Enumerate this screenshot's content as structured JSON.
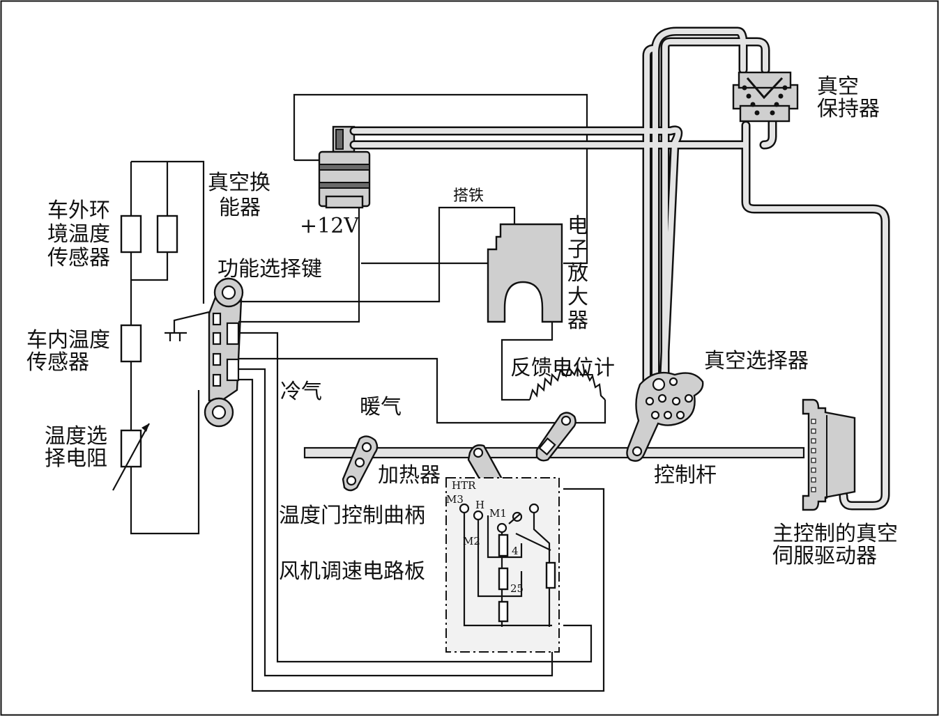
{
  "labels": {
    "vacuum_holder": [
      "真空",
      "保持器"
    ],
    "vacuum_transducer": [
      "真空换",
      "能器"
    ],
    "outside_sensor": [
      "车外环",
      "境温度",
      "传感器"
    ],
    "inside_sensor": [
      "车内温度",
      "传感器"
    ],
    "temp_resistor": [
      "温度选",
      "择电阻"
    ],
    "plus12v": "+12V",
    "ground": "搭铁",
    "amplifier": [
      "电",
      "子",
      "放",
      "大",
      "器"
    ],
    "function_key": "功能选择键",
    "feedback_pot": "反馈电位计",
    "vacuum_selector": "真空选择器",
    "cold_air": "冷气",
    "warm_air": "暖气",
    "heater": "加热器",
    "control_rod": "控制杆",
    "temp_door_crank": "温度门控制曲柄",
    "fan_board": "风机调速电路板",
    "servo": [
      "主控制的真空",
      "伺服驱动器"
    ],
    "htr": "HTR",
    "m3": "M3",
    "h": "H",
    "m1": "M1",
    "m2": "M2",
    "r4": "4",
    "r25": "25"
  }
}
